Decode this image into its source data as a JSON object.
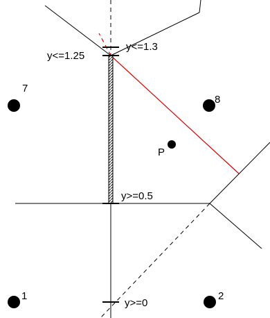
{
  "diagram": {
    "sites": [
      {
        "id": "site-1",
        "label": "1"
      },
      {
        "id": "site-2",
        "label": "2"
      },
      {
        "id": "site-7",
        "label": "7"
      },
      {
        "id": "site-8",
        "label": "8"
      },
      {
        "id": "site-p",
        "label": "P"
      }
    ],
    "bound_labels": {
      "upper_outer": "y<=1.3",
      "upper_inner": "y<=1.25",
      "lower_inner": "y>=0.5",
      "lower_outer": "y>=0"
    },
    "colors": {
      "edges": "#000000",
      "highlight_edge": "#e00000",
      "interval_fill": "#555555"
    }
  }
}
